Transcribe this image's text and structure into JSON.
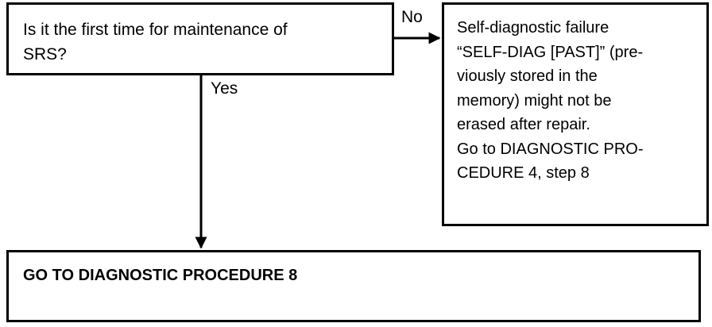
{
  "question": {
    "lines": [
      "Is it the first time for maintenance of",
      "SRS?"
    ]
  },
  "branch_no": {
    "label": "No",
    "lines": [
      "Self-diagnostic failure",
      "“SELF-DIAG [PAST]” (pre-",
      "viously stored in the",
      "memory) might not be",
      "erased after repair.",
      "Go to DIAGNOSTIC PRO-",
      "CEDURE 4, step 8"
    ]
  },
  "branch_yes": {
    "label": "Yes",
    "action": "GO TO DIAGNOSTIC PROCEDURE 8"
  },
  "colors": {
    "line": "#000000",
    "background": "#ffffff"
  }
}
